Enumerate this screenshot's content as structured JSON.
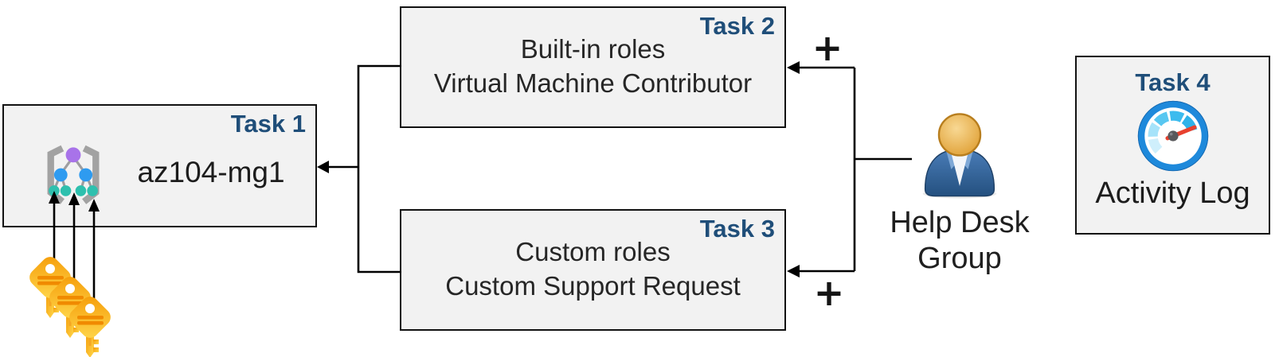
{
  "boxes": {
    "task1": {
      "label": "Task 1",
      "name": "az104-mg1"
    },
    "task2": {
      "label": "Task 2",
      "line1": "Built-in roles",
      "line2": "Virtual Machine Contributor"
    },
    "task3": {
      "label": "Task 3",
      "line1": "Custom roles",
      "line2": "Custom Support Request"
    },
    "task4": {
      "label": "Task 4",
      "caption": "Activity Log"
    }
  },
  "group_label": {
    "line1": "Help Desk",
    "line2": "Group"
  },
  "symbols": {
    "plus_top": "+",
    "plus_bottom": "+"
  },
  "icons": {
    "management_group": "management-group-icon",
    "keys": "key-icon",
    "user": "user-icon",
    "gauge": "gauge-icon"
  },
  "colors": {
    "task_label": "#1F4E79",
    "box_fill": "#F2F2F2",
    "box_border": "#121212",
    "arrow": "#000000",
    "key_gold": "#FFC733",
    "key_stripe": "#F08A00",
    "user_body_blue": "#2F639F",
    "user_head_gold": "#E09B2D",
    "gauge_ring_blue": "#1E89DB",
    "gauge_needle_red": "#E8412E",
    "node_purple": "#A873E9",
    "node_blue": "#2E9BF0",
    "node_teal": "#2EC0AE"
  }
}
